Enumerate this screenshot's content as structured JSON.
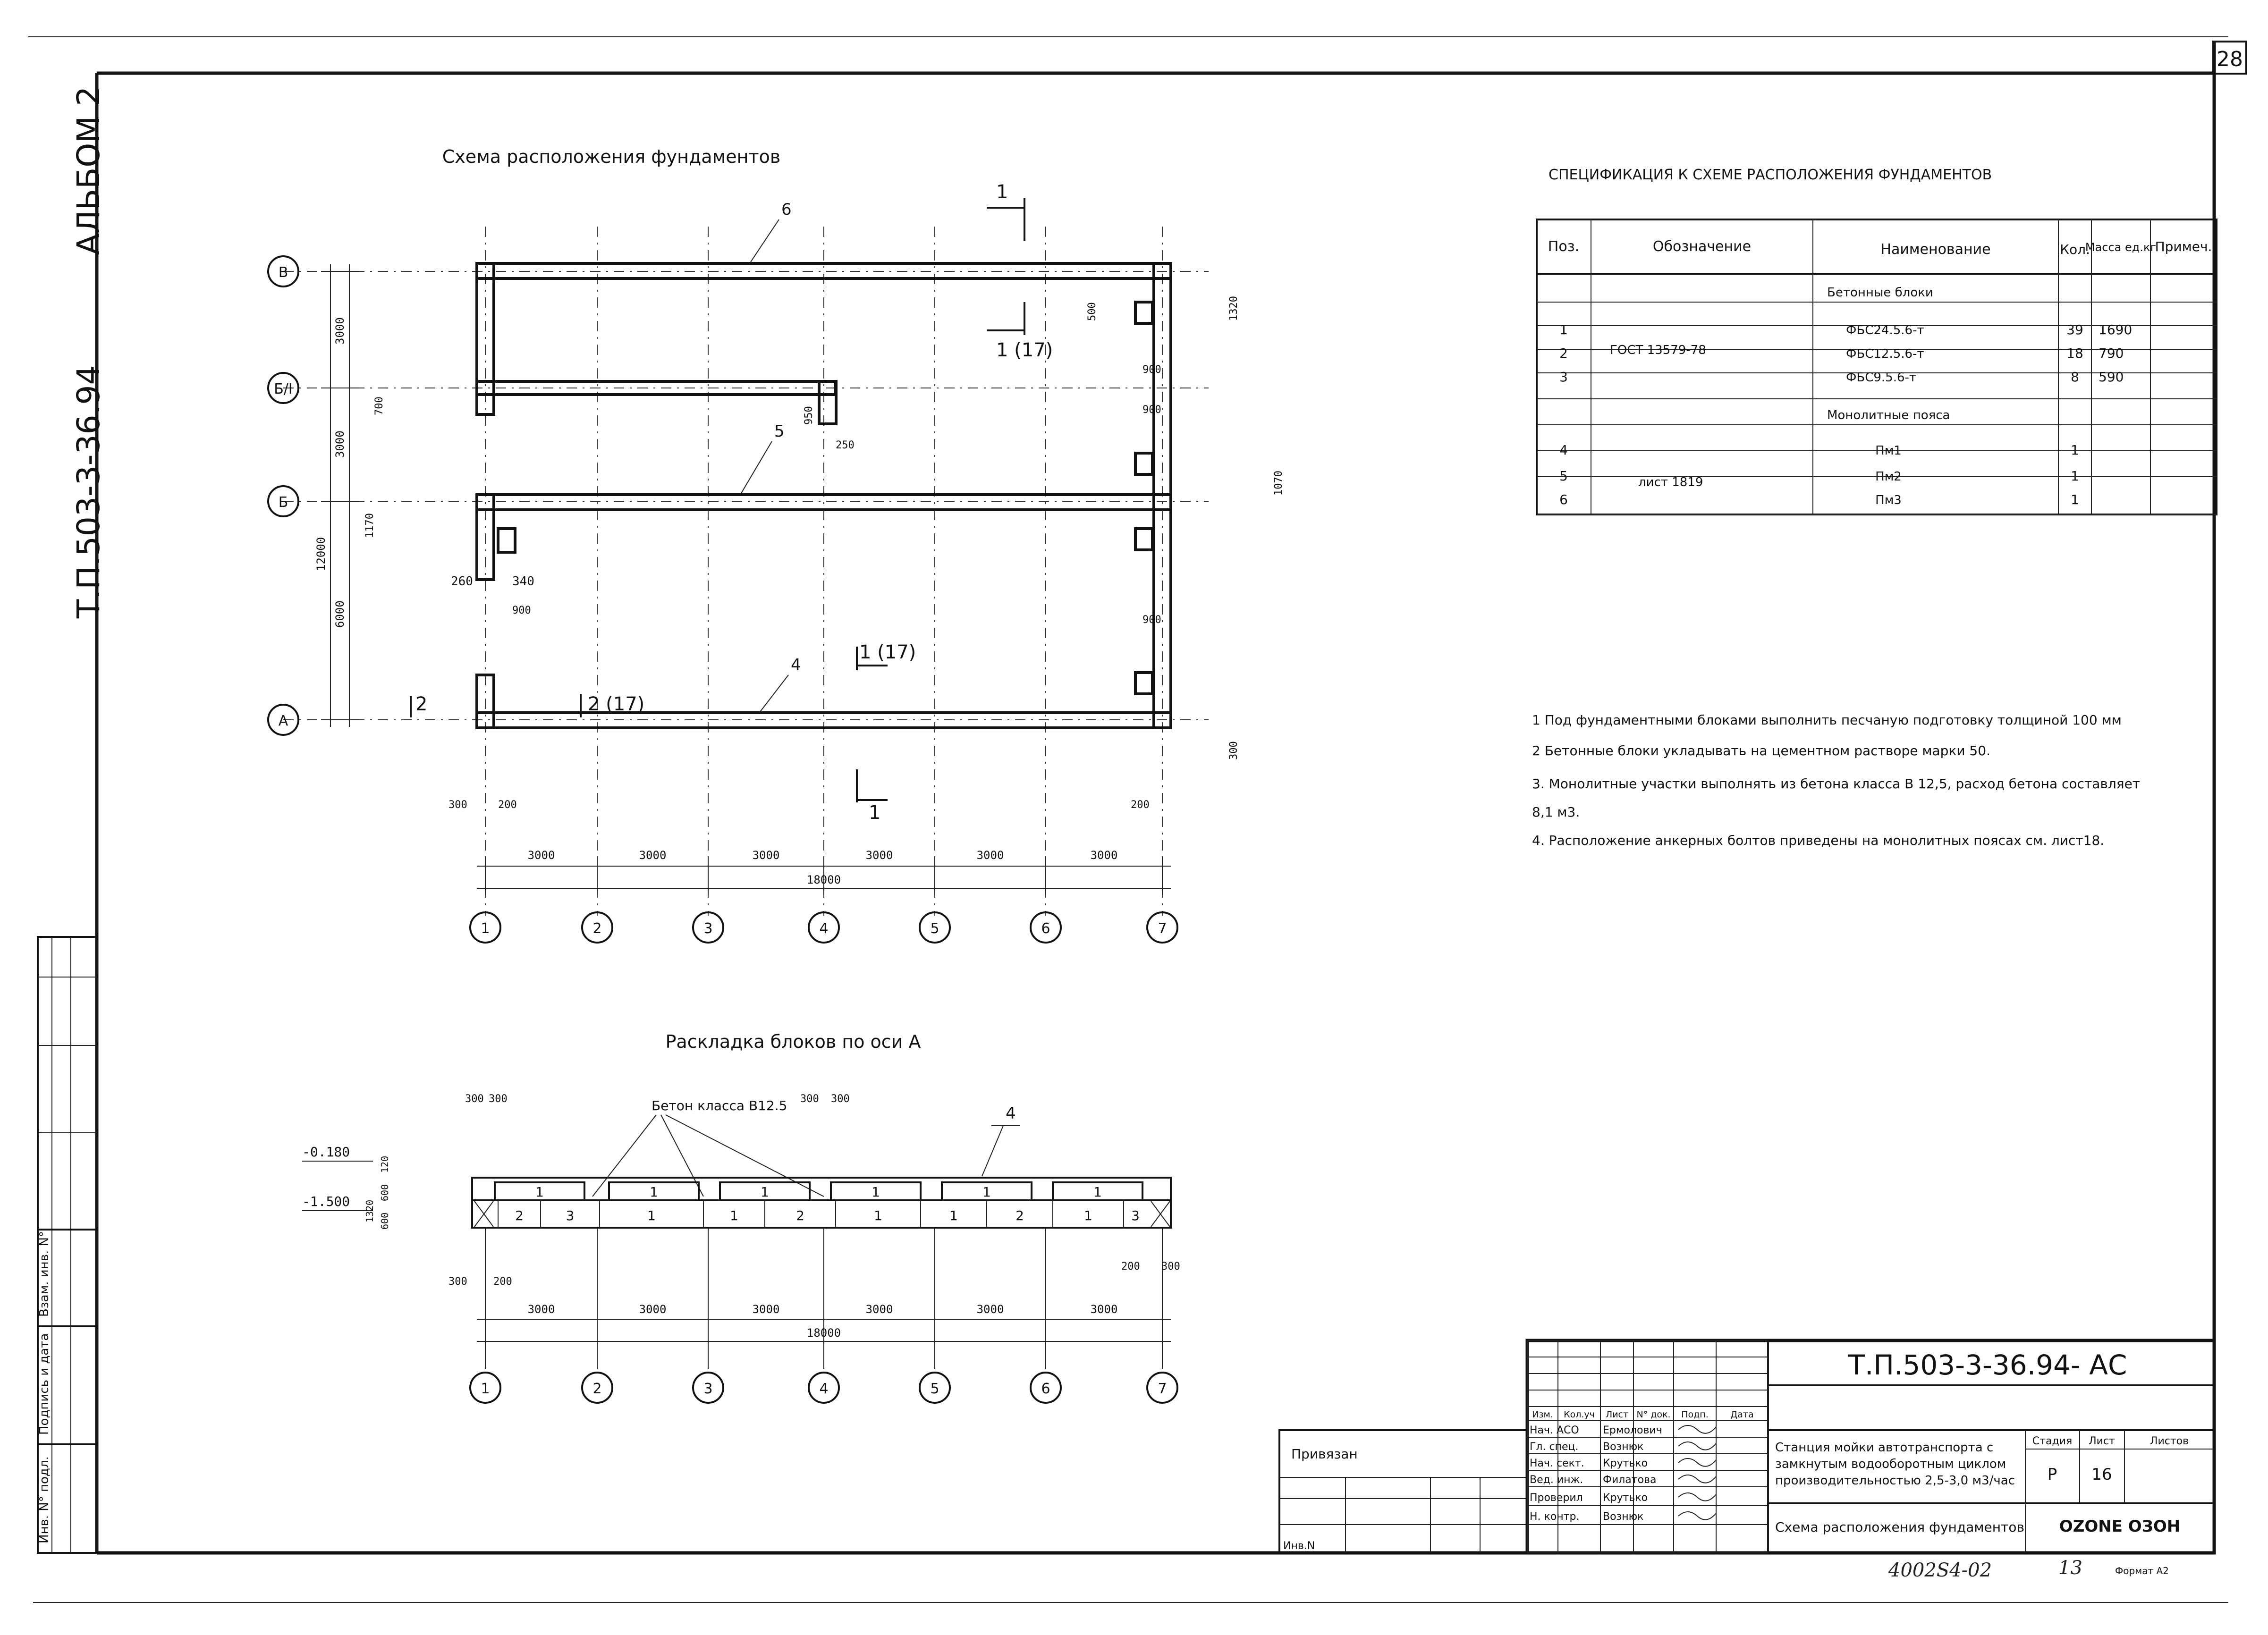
{
  "sheet": {
    "page_number": "28",
    "album": "АЛЬБОМ 2",
    "side_code": "Т.П.503-3-36.94",
    "bottom_code": "4002S4-02",
    "bottom_number": "13",
    "format": "Формат А2"
  },
  "left_stamp": {
    "cols": [
      "Инв. N° подл.",
      "Подпись и дата",
      "Взам. инв. N°"
    ]
  },
  "plan": {
    "title": "Схема расположения фундаментов",
    "axes_rows": [
      "В",
      "Б/I",
      "Б",
      "А"
    ],
    "axes_cols": [
      "1",
      "2",
      "3",
      "4",
      "5",
      "6",
      "7"
    ],
    "dims_bottom": [
      "3000",
      "3000",
      "3000",
      "3000",
      "3000",
      "3000"
    ],
    "dim_total": "18000",
    "dims_left": [
      "3000",
      "3000",
      "6000"
    ],
    "dim_left_total": "12000",
    "pos_labels": [
      "6",
      "5",
      "4"
    ],
    "section_marks": [
      "1",
      "1 (17)",
      "1 (17)",
      "2 (17)",
      "1",
      "2"
    ],
    "small_dims": [
      "300",
      "200",
      "260",
      "340",
      "900",
      "250",
      "700",
      "1170",
      "1320",
      "500",
      "950",
      "1070",
      "300",
      "200"
    ]
  },
  "layout": {
    "title": "Раскладка блоков по оси А",
    "concrete_label": "Бетон класса В12.5",
    "pos_label": "4",
    "elev_top": "-0.180",
    "elev_bottom": "-1.500",
    "dims_side": [
      "120",
      "1320",
      "600",
      "600"
    ],
    "dims_top": [
      "300",
      "300",
      "300",
      "300"
    ],
    "upper_blocks": [
      "1",
      "1",
      "1",
      "1",
      "1",
      "1"
    ],
    "lower_blocks": [
      "2",
      "3",
      "1",
      "1",
      "2",
      "1",
      "1",
      "2",
      "1",
      "3"
    ],
    "dims_bottom": [
      "3000",
      "3000",
      "3000",
      "3000",
      "3000",
      "3000"
    ],
    "dim_total": "18000",
    "side_dims": [
      "300",
      "200",
      "200",
      "300"
    ],
    "axes_cols": [
      "1",
      "2",
      "3",
      "4",
      "5",
      "6",
      "7"
    ]
  },
  "spec": {
    "title": "СПЕЦИФИКАЦИЯ К СХЕМЕ РАСПОЛОЖЕНИЯ ФУНДАМЕНТОВ",
    "headers": [
      "Поз.",
      "Обозначение",
      "Наименование",
      "Кол.",
      "Масса ед.кг",
      "Примеч."
    ],
    "group1": "Бетонные блоки",
    "group2": "Монолитные пояса",
    "doc1": "ГОСТ 13579-78",
    "doc2": "лист  1819",
    "rows": [
      {
        "pos": "1",
        "name": "ФБС24.5.6-т",
        "qty": "39",
        "mass": "1690"
      },
      {
        "pos": "2",
        "name": "ФБС12.5.6-т",
        "qty": "18",
        "mass": "790"
      },
      {
        "pos": "3",
        "name": "ФБС9.5.6-т",
        "qty": "8",
        "mass": "590"
      },
      {
        "pos": "4",
        "name": "Пм1",
        "qty": "1",
        "mass": ""
      },
      {
        "pos": "5",
        "name": "Пм2",
        "qty": "1",
        "mass": ""
      },
      {
        "pos": "6",
        "name": "Пм3",
        "qty": "1",
        "mass": ""
      }
    ]
  },
  "notes": [
    "1  Под фундаментными блоками выполнить песчаную подготовку толщиной 100 мм",
    "2  Бетонные блоки укладывать на цементном растворе марки 50.",
    "3. Монолитные участки выполнять из бетона класса В 12,5, расход бетона составляет",
    "    8,1 м3.",
    "4. Расположение анкерных болтов приведены на монолитных поясах см. лист18."
  ],
  "title_block": {
    "code": "Т.П.503-3-36.94- АС",
    "col_headers": [
      "Изм.",
      "Кол.уч",
      "Лист",
      "N° док.",
      "Подп.",
      "Дата"
    ],
    "roles": [
      "Нач. АСО",
      "Гл. спец.",
      "Нач. сект.",
      "Вед. инж.",
      "Проверил",
      "Н. контр."
    ],
    "names": [
      "Ермолович",
      "Вознюк",
      "Крутько",
      "Филатова",
      "Крутько",
      "Вознюк"
    ],
    "project": [
      "Станция мойки автотранспорта с",
      "замкнутым водооборотным циклом",
      "производительностью 2,5-3,0 м3/час"
    ],
    "stage_header": "Стадия",
    "sheet_header": "Лист",
    "sheets_header": "Листов",
    "stage": "Р",
    "sheet": "16",
    "drawing_title": "Схема расположения фундаментов",
    "logo": "OZONE ОЗОН",
    "privyazan": "Привязан",
    "inv": "Инв.N"
  }
}
